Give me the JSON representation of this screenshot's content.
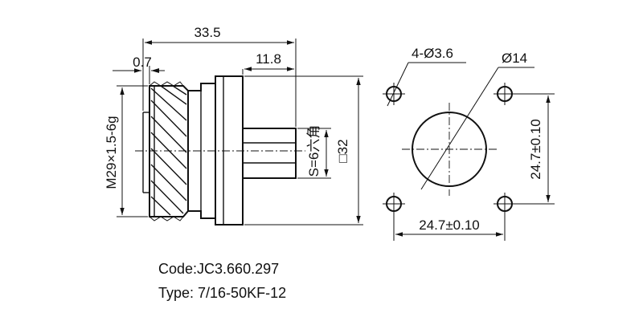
{
  "side_view": {
    "dim_overall_length": "33.5",
    "dim_flange_offset": "11.8",
    "dim_thread_lip": "0.7",
    "thread_spec": "M29×1.5-6g",
    "hex_label": "S=6六角",
    "square_label": "□32"
  },
  "front_view": {
    "mount_holes": "4-Ø3.6",
    "center_bore": "Ø14",
    "hole_spacing_horizontal": "24.7±0.10",
    "hole_spacing_vertical": "24.7±0.10"
  },
  "info": {
    "code": "Code:JC3.660.297",
    "type": "Type: 7/16-50KF-12"
  }
}
